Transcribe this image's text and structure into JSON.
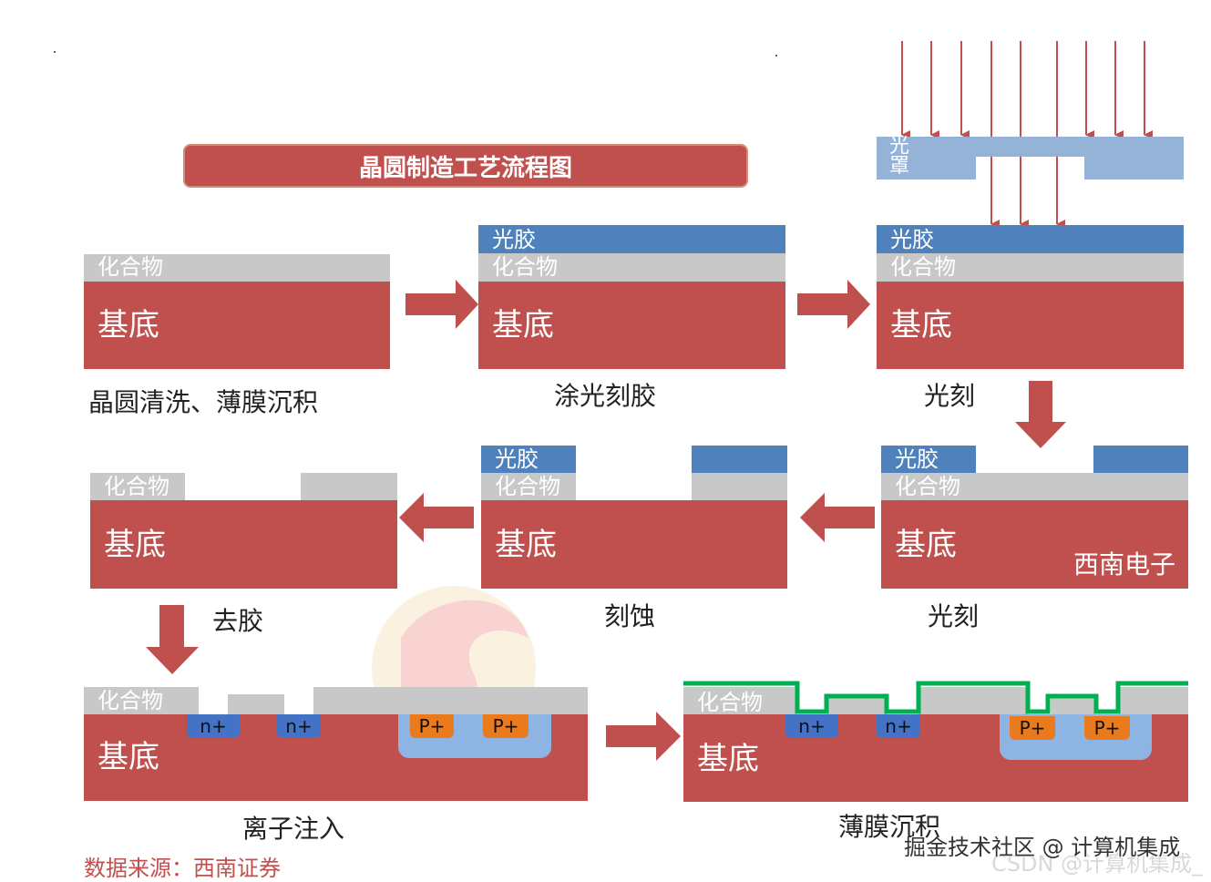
{
  "title": "晶圆制造工艺流程图",
  "layers": {
    "substrate": "基底",
    "compound": "化合物",
    "photoresist": "光胶",
    "mask": "光罩",
    "n_plus": "n+",
    "p_plus": "P+"
  },
  "steps": [
    {
      "caption": "晶圆清洗、薄膜沉积"
    },
    {
      "caption": "涂光刻胶"
    },
    {
      "caption": "光刻"
    },
    {
      "caption": "光刻"
    },
    {
      "caption": "刻蚀"
    },
    {
      "caption": "去胶"
    },
    {
      "caption": "离子注入"
    },
    {
      "caption": "薄膜沉积"
    }
  ],
  "watermarks": {
    "red_text": "西南电子",
    "juejin": "掘金技术社区 @ 计算机集成",
    "csdn": "CSDN @计算机集成_"
  },
  "source": "数据来源：西南证券",
  "colors": {
    "substrate": "#c0504d",
    "compound": "#c8c8c8",
    "photoresist": "#4f81bd",
    "mask": "#95b3d7",
    "n_plus": "#4472c4",
    "p_plus": "#e97a1e",
    "well": "#8eb4e3",
    "deposited_film": "#00b050",
    "arrow": "#c0504d",
    "uv_arrow": "#c0504d"
  }
}
